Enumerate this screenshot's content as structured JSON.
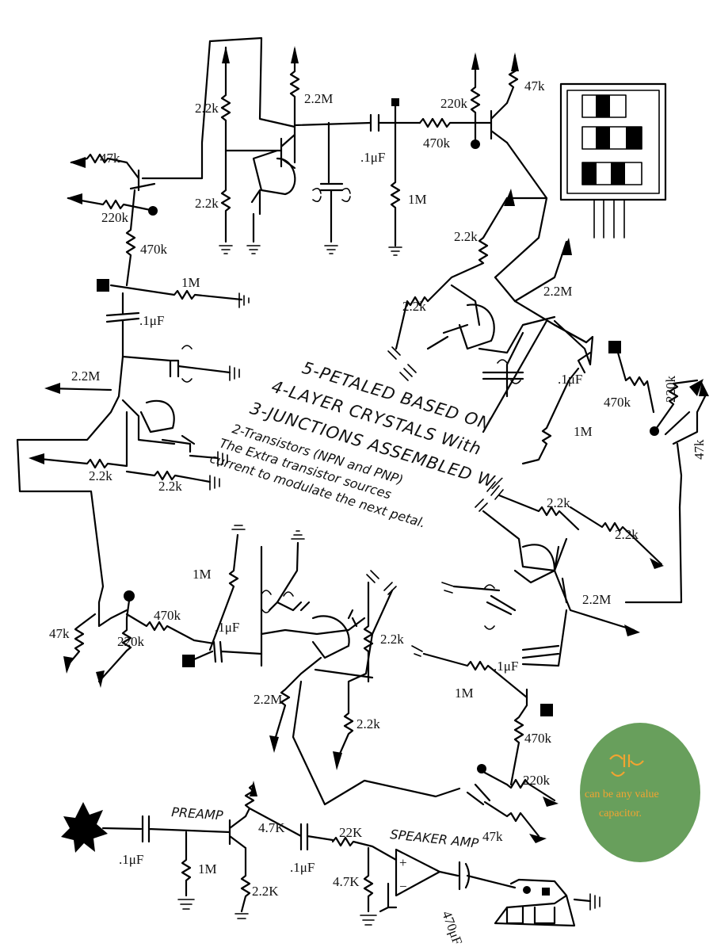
{
  "title_notes": {
    "line1": "5-PETALED BASED ON",
    "line2": "4-LAYER CRYSTALS With",
    "line3": "3-JUNCTIONS ASSEMBLED W/",
    "line4": "2-Transistors (NPN and PNP)",
    "line5": "The Extra transistor sources",
    "line6": "current to modulate the next petal."
  },
  "petal_top": {
    "r_a": "2.2k",
    "r_b": "2.2M",
    "r_c": "2.2k",
    "r_d": "220k",
    "r_e": "47k",
    "r_f": "470k",
    "cap": ".1μF",
    "r_g": "1M"
  },
  "petal_topleft": {
    "r_a": "47k",
    "r_b": "220k",
    "r_c": "470k",
    "r_d": "1M",
    "cap": ".1μF",
    "r_e": "2.2M",
    "r_f": "2.2k",
    "r_g": "2.2k"
  },
  "petal_right": {
    "r_a": "2.2k",
    "r_b": "2.2k",
    "r_c": "2.2M",
    "cap": ".1μF",
    "r_d": "470k",
    "r_e": "220k",
    "r_f": "47k",
    "r_g": "1M"
  },
  "petal_bottomright": {
    "r_a": "2.2k",
    "r_b": "2.2k",
    "r_c": "2.2M",
    "cap": ".1μF",
    "r_d": "1M",
    "r_e": "470k",
    "r_f": "220k",
    "r_g": "47k"
  },
  "petal_bottomleft": {
    "r_a": "47k",
    "r_b": "220k",
    "r_c": "470k",
    "cap": ".1μF",
    "r_d": "1M",
    "r_e": "2.2M",
    "r_f": "2.2k",
    "r_g": "2.2k"
  },
  "audio": {
    "preamp_label": "PREAMP",
    "c1": ".1μF",
    "r1": "1M",
    "r2": "4.7K",
    "r3": "2.2K",
    "c2": ".1μF",
    "r4": "22K",
    "r5": "4.7K",
    "amp_label": "SPEAKER AMP",
    "amp_plus": "+",
    "amp_minus": "−",
    "c3": "470μF"
  },
  "legend": {
    "text_line1": "can be any value",
    "text_line2": "capacitor.",
    "fill": "#689f5c",
    "text_color": "#f2a431"
  }
}
